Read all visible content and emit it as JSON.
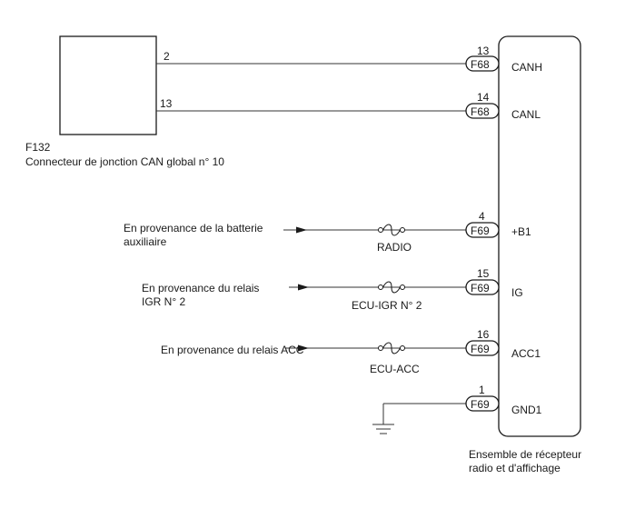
{
  "junction_connector": {
    "id": "F132",
    "name": "Connecteur de jonction CAN global n° 10",
    "pins": [
      "2",
      "13"
    ]
  },
  "receiver_unit": {
    "name_line1": "Ensemble de récepteur",
    "name_line2": "radio et d'affichage"
  },
  "circuits": [
    {
      "pin": "13",
      "connector": "F68",
      "terminal": "CANH"
    },
    {
      "pin": "14",
      "connector": "F68",
      "terminal": "CANL"
    },
    {
      "pin": "4",
      "connector": "F69",
      "terminal": "+B1",
      "fuse": "RADIO",
      "source_line1": "En provenance de la batterie",
      "source_line2": "auxiliaire"
    },
    {
      "pin": "15",
      "connector": "F69",
      "terminal": "IG",
      "fuse": "ECU-IGR N° 2",
      "source_line1": "En provenance du relais",
      "source_line2": "IGR N° 2"
    },
    {
      "pin": "16",
      "connector": "F69",
      "terminal": "ACC1",
      "fuse": "ECU-ACC",
      "source_line1": "En provenance du relais ACC"
    },
    {
      "pin": "1",
      "connector": "F69",
      "terminal": "GND1"
    }
  ]
}
